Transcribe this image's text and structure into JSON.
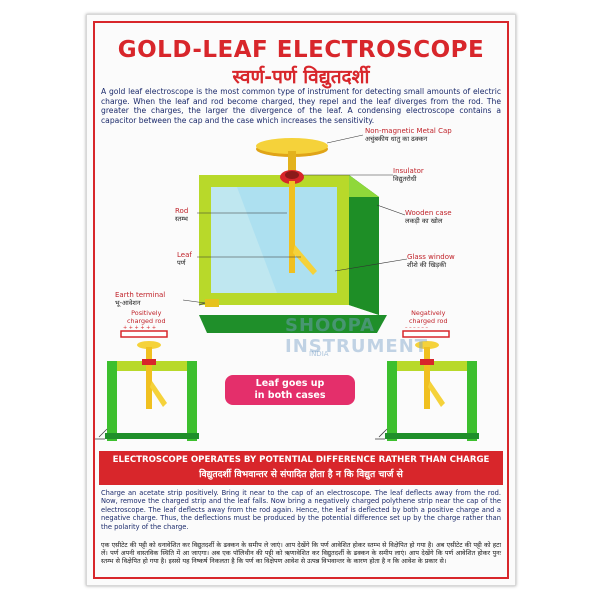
{
  "title_en": "GOLD-LEAF ELECTROSCOPE",
  "title_hi": "स्वर्ण-पर्ण विद्युतदर्शी",
  "intro": "A gold leaf electroscope is the most common type of instrument for detecting small amounts of electric charge. When the leaf and rod become charged, they repel and the leaf diverges from the rod. The greater the charges, the larger the divergence of the leaf. A condensing electroscope contains a capacitor between the cap and the case which increases the sensitivity.",
  "labels": {
    "cap": {
      "en": "Non-magnetic Metal Cap",
      "hi": "अचुंबकीय धातु का ढक्कन"
    },
    "insulator": {
      "en": "Insulator",
      "hi": "विद्युतरोधी"
    },
    "wooden_case": {
      "en": "Wooden case",
      "hi": "लकड़ी का खोल"
    },
    "rod": {
      "en": "Rod",
      "hi": "स्तम्भ"
    },
    "leaf": {
      "en": "Leaf",
      "hi": "पर्ण"
    },
    "glass_window": {
      "en": "Glass window",
      "hi": "शीशे की खिड़की"
    },
    "earth_terminal": {
      "en": "Earth terminal",
      "hi": "भू-आवेशन"
    },
    "positive_rod": "Positively\ncharged rod",
    "negative_rod": "Negatively\ncharged rod"
  },
  "callout": "Leaf goes up\nin both cases",
  "watermark": {
    "line1": "SHOOPA INSTRUMENT",
    "line2": "INDIA"
  },
  "banner": {
    "en": "ELECTROSCOPE OPERATES BY POTENTIAL DIFFERENCE RATHER THAN CHARGE",
    "hi": "विद्युतदर्शी विभवान्तर से संपादित होता है न कि विद्युत चार्ज से"
  },
  "body_en": "Charge an acetate strip positively. Bring it near to the cap of an electroscope. The leaf deflects away from the rod. Now, remove the charged strip and the leaf falls. Now bring a negatively charged polythene strip near the cap of the electroscope. The leaf deflects away from the rod again. Hence, the leaf is deflected by both a positive charge and a negative charge. Thus, the deflections must be produced by the potential difference set up by the charge rather than the polarity of the charge.",
  "body_hi": "एक एसीटेट की पट्टी को धनावेशित कर विद्युतदर्शी के ढक्कन के समीप ले जाएं। आप देखेंगे कि पर्ण आवेशित होकर स्तम्भ से विक्षेपित हो गया है। अब एसीटेट की पट्टी को हटा लें। पर्ण अपनी वास्तविक स्थिति में आ जाएगा। अब एक पॉलिथीन की पट्टी को ऋणावेशित कर विद्युतदर्शी के ढक्कन के समीप लाएं। आप देखेंगे कि पर्ण आवेशित होकर पुनः स्तम्भ से विक्षेपित हो गया है। इससे यह निष्कर्ष निकलता है कि पर्ण का विक्षेपण आवेश से उत्पन्न विभवान्तर के कारण होता है न कि आवेश के प्रकार से।",
  "colors": {
    "red": "#d8262b",
    "green": "#2fb52c",
    "yellow": "#f2d21a",
    "pink": "#e42f6b",
    "navy": "#1b2a6b"
  }
}
